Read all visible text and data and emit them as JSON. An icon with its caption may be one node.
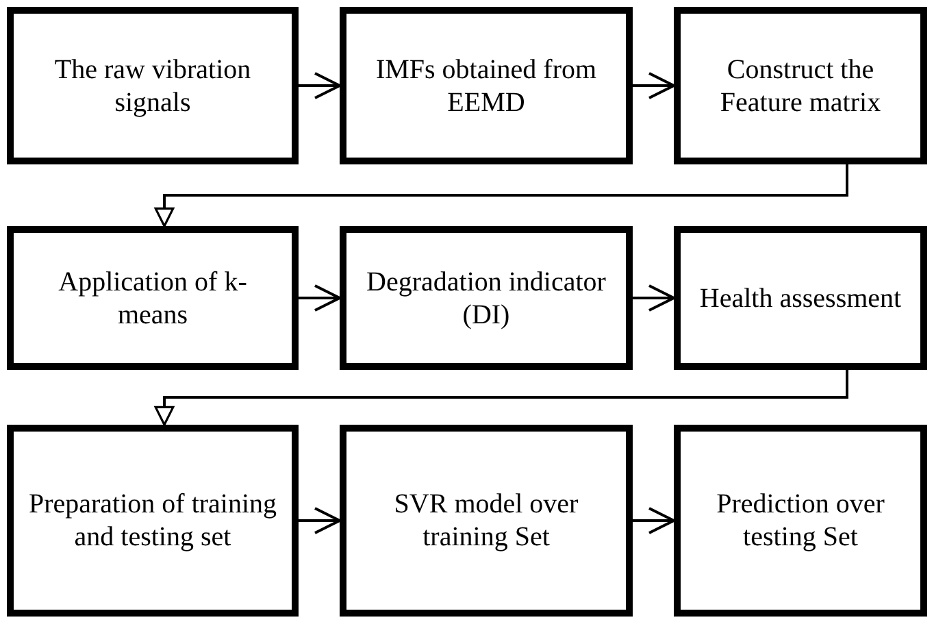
{
  "diagram": {
    "nodes": [
      {
        "text": [
          "The raw vibration signals"
        ]
      },
      {
        "text": [
          "IMFs obtained from EEMD"
        ]
      },
      {
        "text": [
          "Construct the Feature matrix"
        ]
      },
      {
        "text": [
          "Application of k-means"
        ]
      },
      {
        "text": [
          "Degradation indicator (DI)"
        ]
      },
      {
        "text": [
          "Health assessment"
        ]
      },
      {
        "text": [
          "Preparation of training and testing set"
        ]
      },
      {
        "text": [
          "SVR model over training Set"
        ]
      },
      {
        "text": [
          "Prediction over testing Set"
        ]
      }
    ],
    "edges": [
      {
        "from": 0,
        "to": 1,
        "arrow": "to"
      },
      {
        "from": 1,
        "to": 2,
        "arrow": "to"
      },
      {
        "from": 2,
        "to": 3,
        "arrow": "to"
      },
      {
        "from": 3,
        "to": 4,
        "arrow": "to"
      },
      {
        "from": 4,
        "to": 5,
        "arrow": "to"
      },
      {
        "from": 5,
        "to": 6,
        "arrow": "to"
      },
      {
        "from": 6,
        "to": 7,
        "arrow": "to"
      },
      {
        "from": 7,
        "to": 8,
        "arrow": "to"
      }
    ]
  }
}
